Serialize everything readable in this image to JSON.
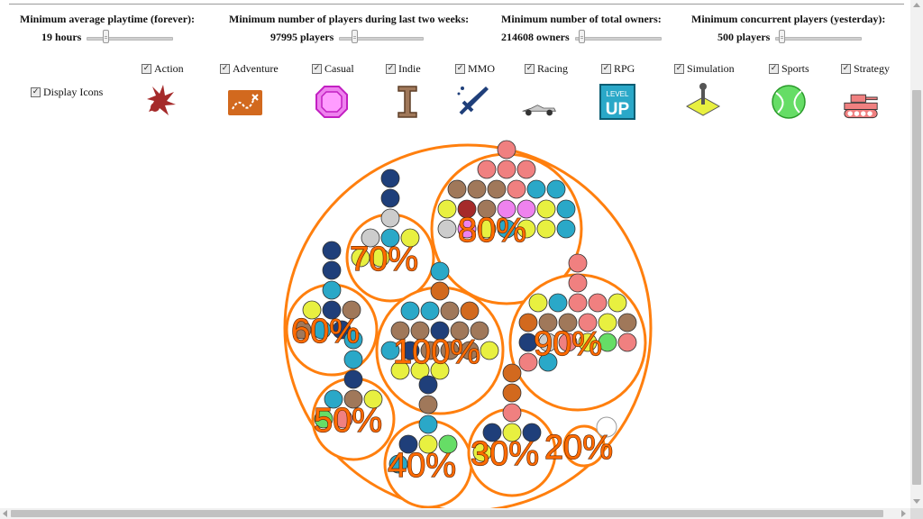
{
  "filters": [
    {
      "label": "Minimum average playtime (forever):",
      "value": "19 hours",
      "level": 0.1
    },
    {
      "label": "Minimum number of players during last two weeks:",
      "value": "97995 players",
      "level": 0.02
    },
    {
      "label": "Minimum number of total owners:",
      "value": "214608 owners",
      "level": 0.01
    },
    {
      "label": "Minimum concurrent players (yesterday):",
      "value": "500 players",
      "level": 0.01
    }
  ],
  "display_icons": {
    "label": "Display Icons",
    "checked": true
  },
  "genres": [
    {
      "label": "Action",
      "icon": "action-explosion-icon",
      "color": "#a52a2a"
    },
    {
      "label": "Adventure",
      "icon": "adventure-map-icon",
      "color": "#d2691e"
    },
    {
      "label": "Casual",
      "icon": "casual-gem-icon",
      "color": "#ee82ee"
    },
    {
      "label": "Indie",
      "icon": "indie-letter-i-icon",
      "color": "#a0785a"
    },
    {
      "label": "MMO",
      "icon": "mmo-sword-icon",
      "color": "#1f3f7a"
    },
    {
      "label": "Racing",
      "icon": "racing-car-icon",
      "color": "#cccccc"
    },
    {
      "label": "RPG",
      "icon": "rpg-level-up-icon",
      "color": "#2aa8c8"
    },
    {
      "label": "Simulation",
      "icon": "simulation-joystick-icon",
      "color": "#e8f040"
    },
    {
      "label": "Sports",
      "icon": "sports-ball-icon",
      "color": "#66dd66"
    },
    {
      "label": "Strategy",
      "icon": "strategy-tank-icon",
      "color": "#f08080"
    }
  ],
  "clusters": [
    {
      "label": "80%"
    },
    {
      "label": "70%"
    },
    {
      "label": "60%"
    },
    {
      "label": "100%"
    },
    {
      "label": "90%"
    },
    {
      "label": "50%"
    },
    {
      "label": "40%"
    },
    {
      "label": "30%"
    },
    {
      "label": "20%"
    }
  ],
  "colors": {
    "outline": "#ff7f0e",
    "percent_text": "#ff6a00"
  }
}
